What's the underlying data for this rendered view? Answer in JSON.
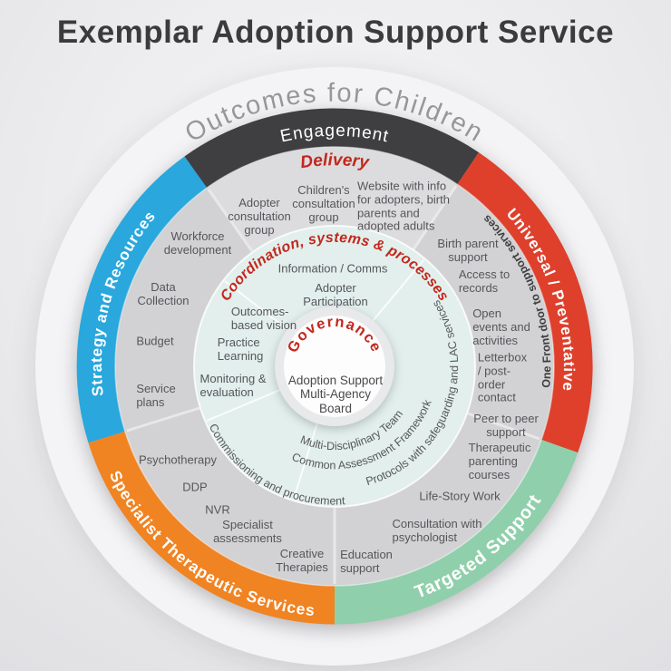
{
  "title": "Exemplar Adoption Support Service",
  "wheel": {
    "outer_label": "Outcomes for Children",
    "ring_labels": {
      "delivery": "Delivery",
      "coordination": "Coordination, systems & processes",
      "governance": "Governance"
    },
    "center": {
      "board_label": "Adoption Support\nMulti-Agency\nBoard"
    },
    "segments": [
      {
        "id": "engagement",
        "label": "Engagement",
        "color": "#3f3f41"
      },
      {
        "id": "universal-preventative",
        "label": "Universal / Preventative",
        "color": "#de402c"
      },
      {
        "id": "targeted-support",
        "label": "Targeted Support",
        "color": "#90cfab"
      },
      {
        "id": "specialist-therapeutic",
        "label": "Specialist Therapeutic Services",
        "color": "#f08322"
      },
      {
        "id": "strategy-resources",
        "label": "Strategy and Resources",
        "color": "#2aa7dc"
      }
    ],
    "curved_notes": {
      "one_front_door": "One Front door to support services",
      "commissioning": "Commissioning and procurement",
      "mdt": "Multi-Disciplinary Team",
      "caf": "Common Assessment Framework",
      "protocols": "Protocols with safeguarding and LAC services"
    },
    "items": [
      {
        "label": "Workforce\ndevelopment"
      },
      {
        "label": "Data\nCollection"
      },
      {
        "label": "Budget"
      },
      {
        "label": "Service\nplans"
      },
      {
        "label": "Psychotherapy"
      },
      {
        "label": "DDP"
      },
      {
        "label": "NVR"
      },
      {
        "label": "Specialist\nassessments"
      },
      {
        "label": "Creative\nTherapies"
      },
      {
        "label": "Adopter\nconsultation\ngroup"
      },
      {
        "label": "Children's\nconsultation\ngroup"
      },
      {
        "label": "Website with info\nfor adopters, birth\nparents and\nadopted adults"
      },
      {
        "label": "Birth parent\nsupport"
      },
      {
        "label": "Access to\nrecords"
      },
      {
        "label": "Open\nevents and\nactivities"
      },
      {
        "label": "Letterbox\n/ post-\norder\ncontact"
      },
      {
        "label": "Peer to peer\nsupport"
      },
      {
        "label": "Therapeutic\nparenting\ncourses"
      },
      {
        "label": "Life-Story Work"
      },
      {
        "label": "Consultation with\npsychologist"
      },
      {
        "label": "Education\nsupport"
      },
      {
        "label": "Information / Comms"
      },
      {
        "label": "Adopter\nParticipation"
      },
      {
        "label": "Outcomes-\nbased vision"
      },
      {
        "label": "Practice\nLearning"
      },
      {
        "label": "Monitoring &\nevaluation"
      }
    ],
    "accent_red": "#c3271d"
  }
}
